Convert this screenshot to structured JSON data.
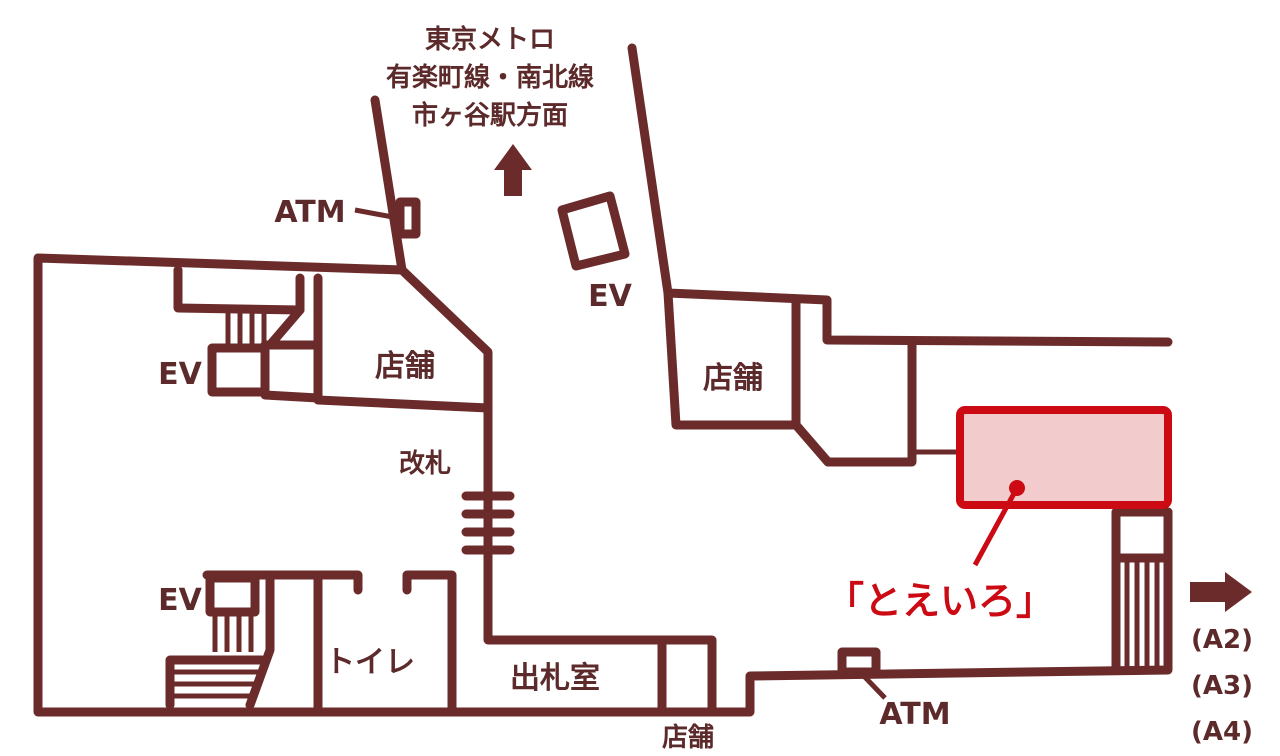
{
  "destination": {
    "lines": [
      "東京メトロ",
      "有楽町線・南北線",
      "市ヶ谷駅方面"
    ]
  },
  "labels": {
    "ev_top": "EV",
    "ev_left_upper": "EV",
    "ev_left_lower": "EV",
    "shop_left": "店舗",
    "shop_right": "店舗",
    "shop_bottom": "店舗",
    "gate": "改札",
    "toilet": "トイレ",
    "ticket_office": "出札室",
    "atm_top": "ATM",
    "atm_bottom": "ATM"
  },
  "highlight": {
    "name": "「とえいろ」",
    "color": "#cc0a14",
    "fill": "#f2cccc"
  },
  "exits": [
    "(A2)",
    "(A3)",
    "(A4)"
  ],
  "colors": {
    "wall": "#6b2b2b",
    "text": "#5c2a2a"
  }
}
